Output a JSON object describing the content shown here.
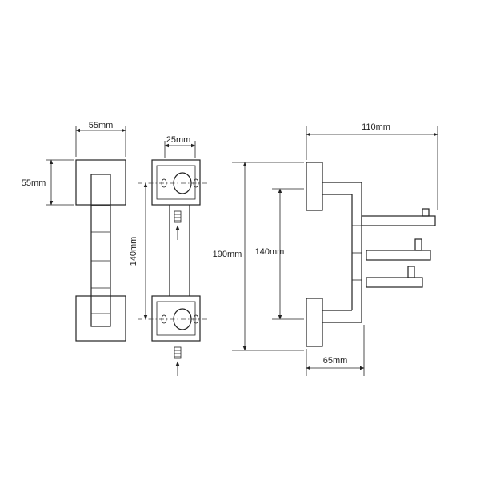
{
  "dimensions": {
    "front_width": "55mm",
    "front_height": "55mm",
    "bracket_width": "25mm",
    "hole_spacing": "140mm",
    "total_height": "190mm",
    "side_spacing": "140mm",
    "side_depth": "110mm",
    "base_depth": "65mm"
  },
  "colors": {
    "line": "#222222",
    "background": "#ffffff"
  }
}
